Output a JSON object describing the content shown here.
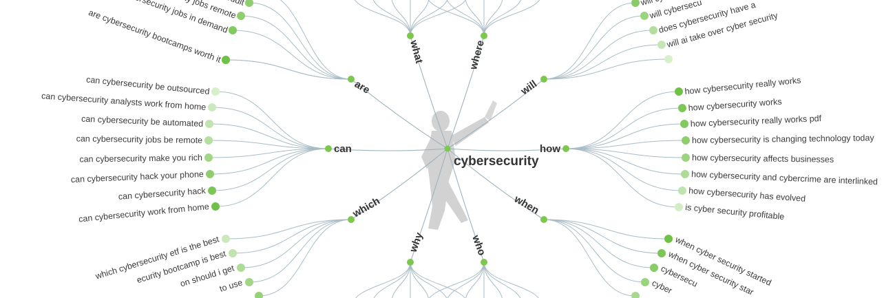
{
  "root": {
    "label": "cybersecurity"
  },
  "colors": {
    "link": "#a9bcc6",
    "branch_node": "#7cc84f",
    "root_node": "#7cc84f",
    "silhouette": "#d2d2d2",
    "text": "#333333"
  },
  "branches": [
    {
      "key": "what",
      "label": "what",
      "leaves": []
    },
    {
      "key": "where",
      "label": "where",
      "leaves": []
    },
    {
      "key": "will",
      "label": "will",
      "leaves": [
        {
          "label": "will cy",
          "level": 0.75
        },
        {
          "label": "will cybersecu",
          "level": 0.6
        },
        {
          "label": "does cybersecurity have a",
          "level": 0.4
        },
        {
          "label": "will ai take over cyber security",
          "level": 0.25
        },
        {
          "label": "",
          "level": 0.1
        }
      ]
    },
    {
      "key": "how",
      "label": "how",
      "leaves": [
        {
          "label": "how cybersecurity really works",
          "level": 0.95
        },
        {
          "label": "how cybersecurity works",
          "level": 0.85
        },
        {
          "label": "how cybersecurity really works pdf",
          "level": 0.8
        },
        {
          "label": "how cybersecurity is changing technology today",
          "level": 0.7
        },
        {
          "label": "how cybersecurity affects businesses",
          "level": 0.6
        },
        {
          "label": "how cybersecurity and cybercrime are interlinked",
          "level": 0.45
        },
        {
          "label": "how cybersecurity has evolved",
          "level": 0.3
        },
        {
          "label": "is cyber security profitable",
          "level": 0.15
        }
      ]
    },
    {
      "key": "when",
      "label": "when",
      "leaves": [
        {
          "label": "when cyber security started",
          "level": 0.95
        },
        {
          "label": "when cyber security star",
          "level": 0.85
        },
        {
          "label": "cybersecu",
          "level": 0.75
        },
        {
          "label": "cyber",
          "level": 0.6
        },
        {
          "label": "",
          "level": 0.5
        }
      ]
    },
    {
      "key": "who",
      "label": "who",
      "leaves": []
    },
    {
      "key": "why",
      "label": "why",
      "leaves": []
    },
    {
      "key": "which",
      "label": "which",
      "leaves": [
        {
          "label": "which cybersecurity etf is the best",
          "level": 0.2
        },
        {
          "label": "ecurity bootcamp is best",
          "level": 0.3
        },
        {
          "label": "on should i get",
          "level": 0.45
        },
        {
          "label": "to use",
          "level": 0.55
        },
        {
          "label": "",
          "level": 0.65
        }
      ]
    },
    {
      "key": "can",
      "label": "can",
      "leaves": [
        {
          "label": "can cybersecurity be outsourced",
          "level": 0.1
        },
        {
          "label": "can cybersecurity analysts work from home",
          "level": 0.2
        },
        {
          "label": "can cybersecurity be automated",
          "level": 0.3
        },
        {
          "label": "can cybersecurity jobs be remote",
          "level": 0.4
        },
        {
          "label": "can cybersecurity make you rich",
          "level": 0.55
        },
        {
          "label": "can cybersecurity hack your phone",
          "level": 0.7
        },
        {
          "label": "can cybersecurity hack",
          "level": 0.85
        },
        {
          "label": "can cybersecurity work from home",
          "level": 0.95
        }
      ]
    },
    {
      "key": "are",
      "label": "are",
      "leaves": [
        {
          "label": "",
          "level": 0.75
        },
        {
          "label": "ecurity jobs remote reddit",
          "level": 0.7
        },
        {
          "label": "ybersecurity jobs remote",
          "level": 0.7
        },
        {
          "label": "ersecurity jobs in demand",
          "level": 0.8
        },
        {
          "label": "are cybersecurity bootcamps worth it",
          "level": 0.9
        },
        {
          "label": "",
          "level": 0.95
        }
      ]
    }
  ]
}
